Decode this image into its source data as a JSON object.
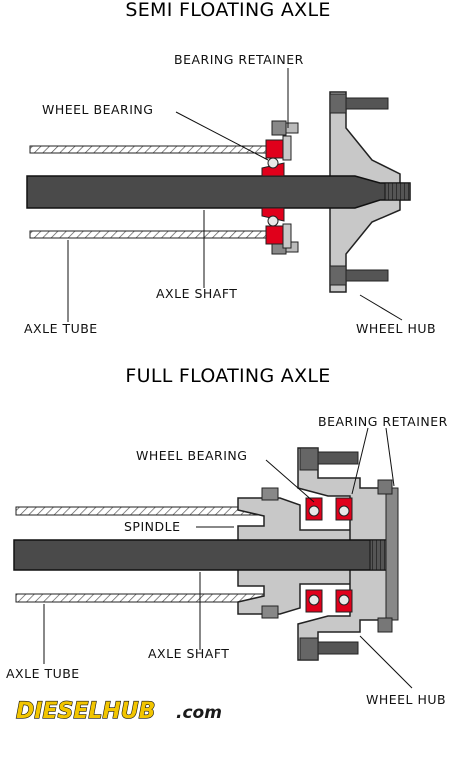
{
  "semi": {
    "title": "SEMI FLOATING AXLE",
    "bearing_retainer": "BEARING RETAINER",
    "wheel_bearing": "WHEEL BEARING",
    "axle_shaft": "AXLE SHAFT",
    "axle_tube": "AXLE TUBE",
    "wheel_hub": "WHEEL HUB"
  },
  "full": {
    "title": "FULL FLOATING AXLE",
    "bearing_retainer": "BEARING RETAINER",
    "wheel_bearing": "WHEEL BEARING",
    "spindle": "SPINDLE",
    "axle_shaft": "AXLE SHAFT",
    "axle_tube": "AXLE TUBE",
    "wheel_hub": "WHEEL HUB"
  },
  "logo": {
    "brand": "DIESELHUB",
    "suffix": ".com",
    "color_main": "#1a1a1a",
    "color_accent": "#f2c500"
  },
  "colors": {
    "shaft": "#4a4a4a",
    "hub": "#c8c8c8",
    "bearing": "#e0001b",
    "tube_hatch": "#444444"
  }
}
